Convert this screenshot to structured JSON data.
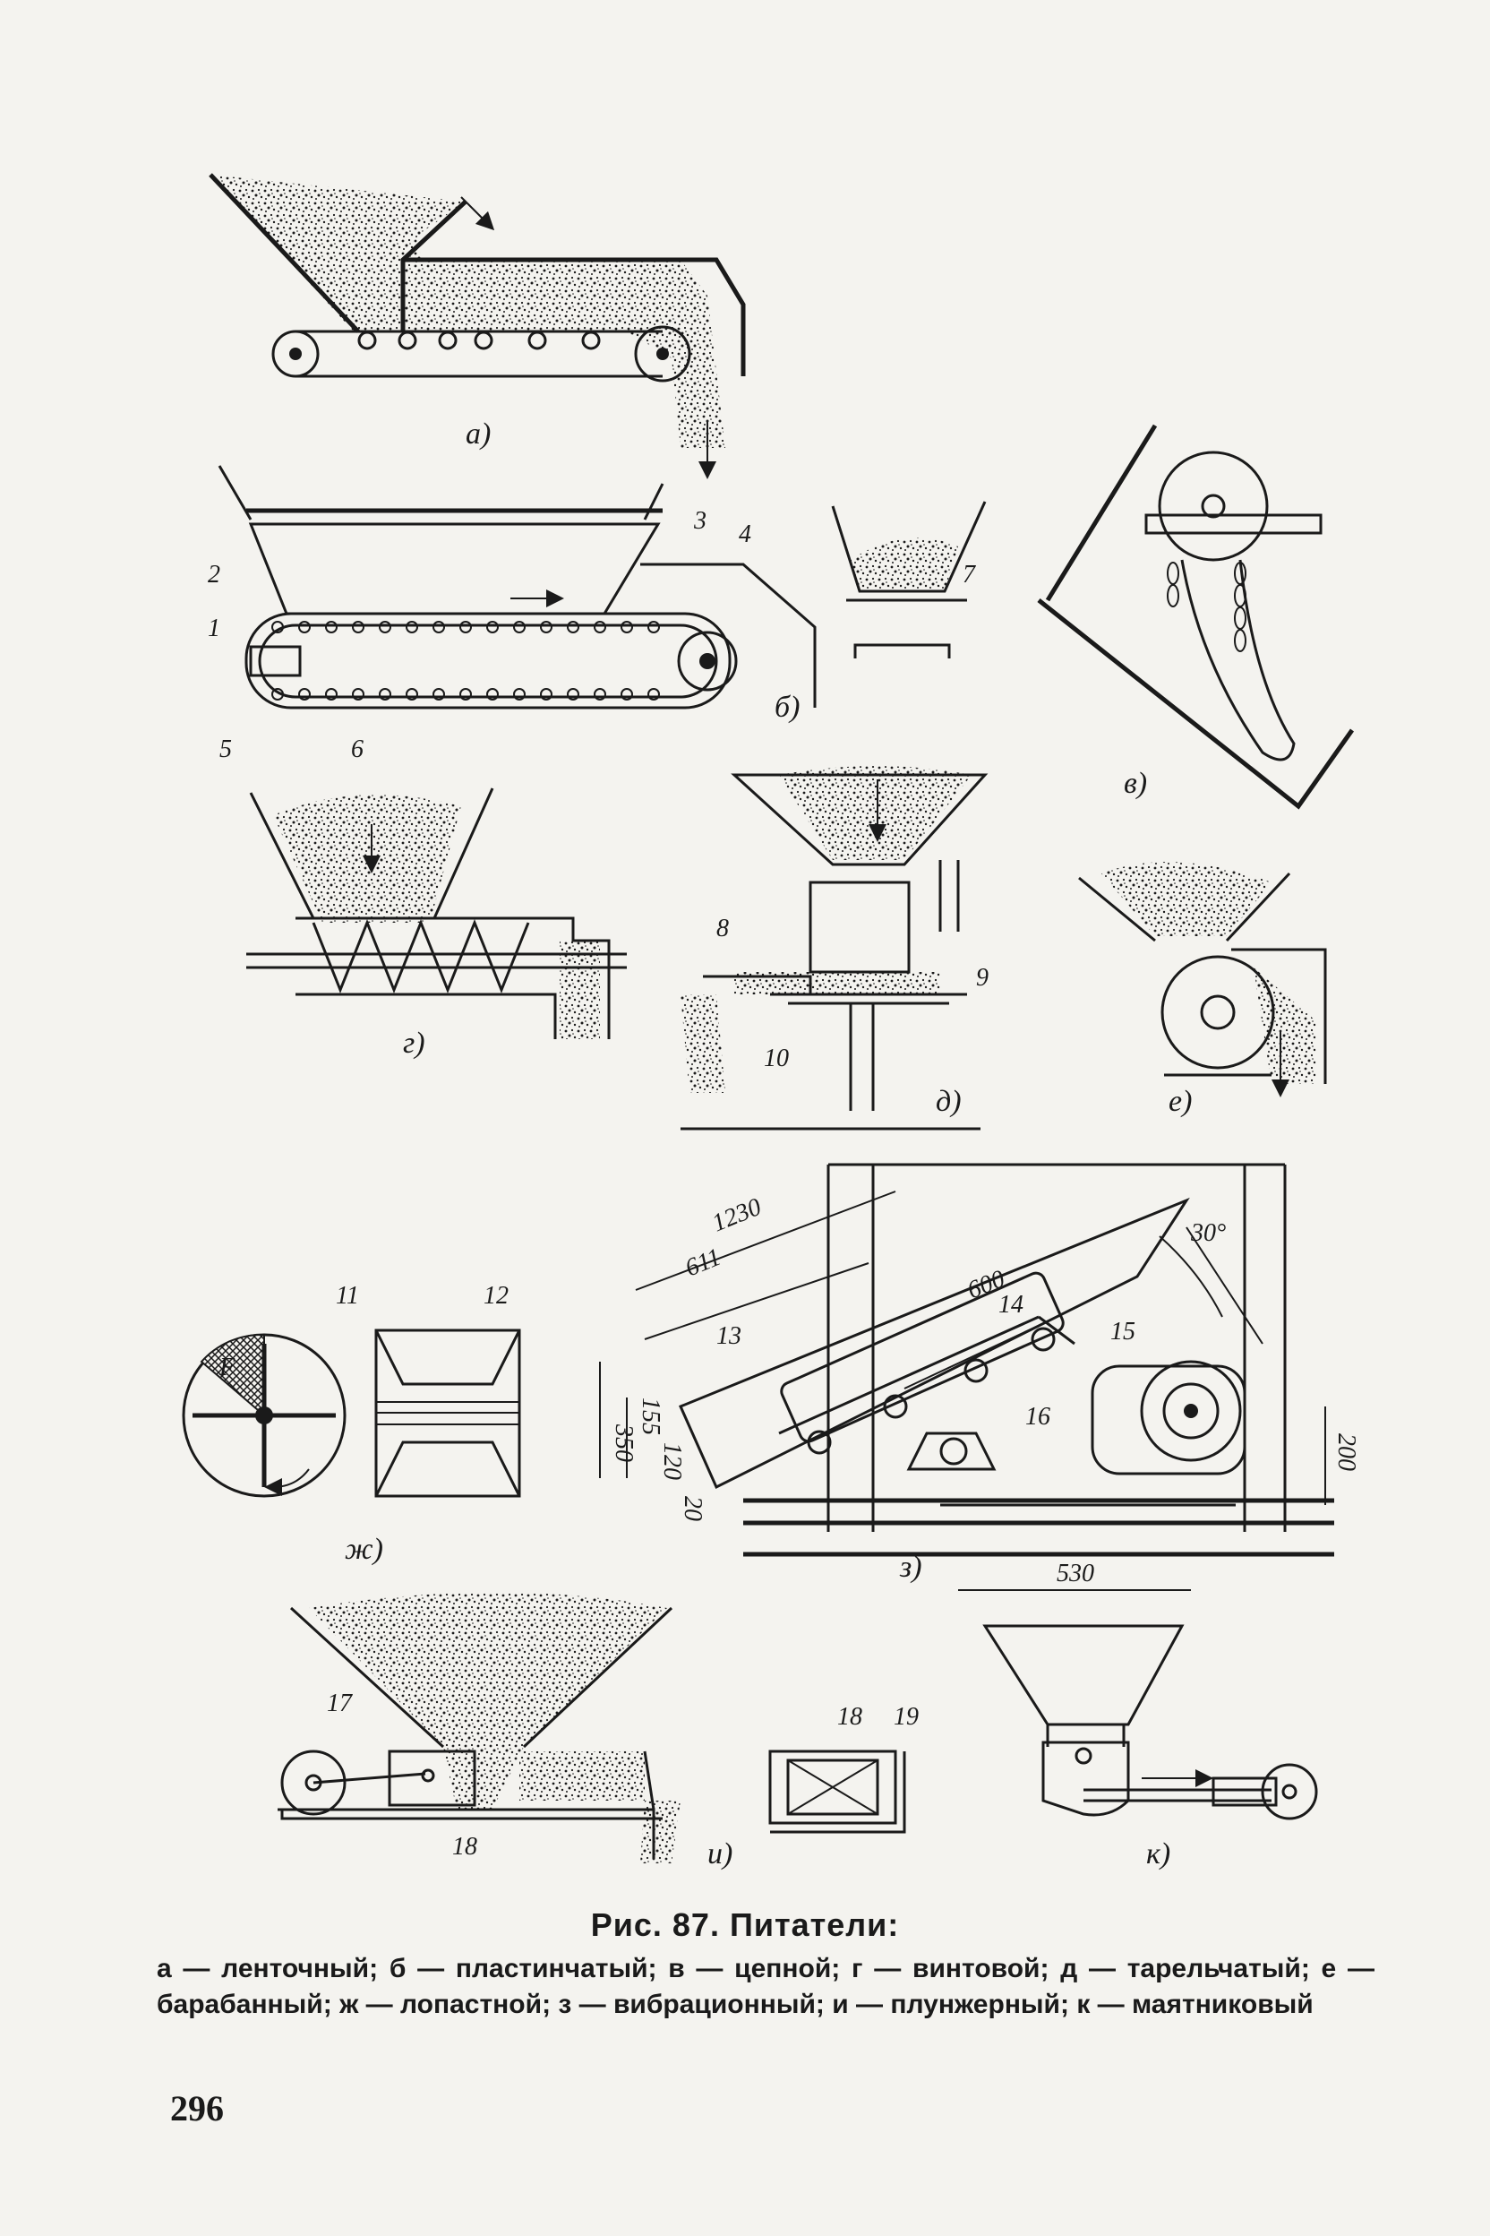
{
  "figure": {
    "panels": [
      {
        "id": "a",
        "label": "а)"
      },
      {
        "id": "b",
        "label": "б)"
      },
      {
        "id": "v",
        "label": "в)"
      },
      {
        "id": "g",
        "label": "г)"
      },
      {
        "id": "d",
        "label": "д)"
      },
      {
        "id": "e",
        "label": "е)"
      },
      {
        "id": "zh",
        "label": "ж)"
      },
      {
        "id": "z",
        "label": "з)"
      },
      {
        "id": "i",
        "label": "и)"
      },
      {
        "id": "k",
        "label": "к)"
      }
    ],
    "part_numbers": [
      "1",
      "2",
      "3",
      "4",
      "5",
      "6",
      "7",
      "8",
      "9",
      "10",
      "11",
      "12",
      "13",
      "14",
      "15",
      "16",
      "17",
      "18",
      "18",
      "19"
    ],
    "letter_F": "F",
    "dimensions": {
      "d1230": "1230",
      "d611": "611",
      "d600": "600",
      "d155": "155",
      "d350": "350",
      "d120": "120",
      "d20": "20",
      "d200": "200",
      "d530": "530",
      "angle": "30°"
    }
  },
  "caption": {
    "title": "Рис. 87. Питатели:",
    "body": "а — ленточный; б — пластинчатый; в — цепной; г — винтовой; д — тарельчатый; е — барабанный; ж — лопастной; з — вибрационный; и — плунжерный; к — маятниковый"
  },
  "page_number": "296"
}
